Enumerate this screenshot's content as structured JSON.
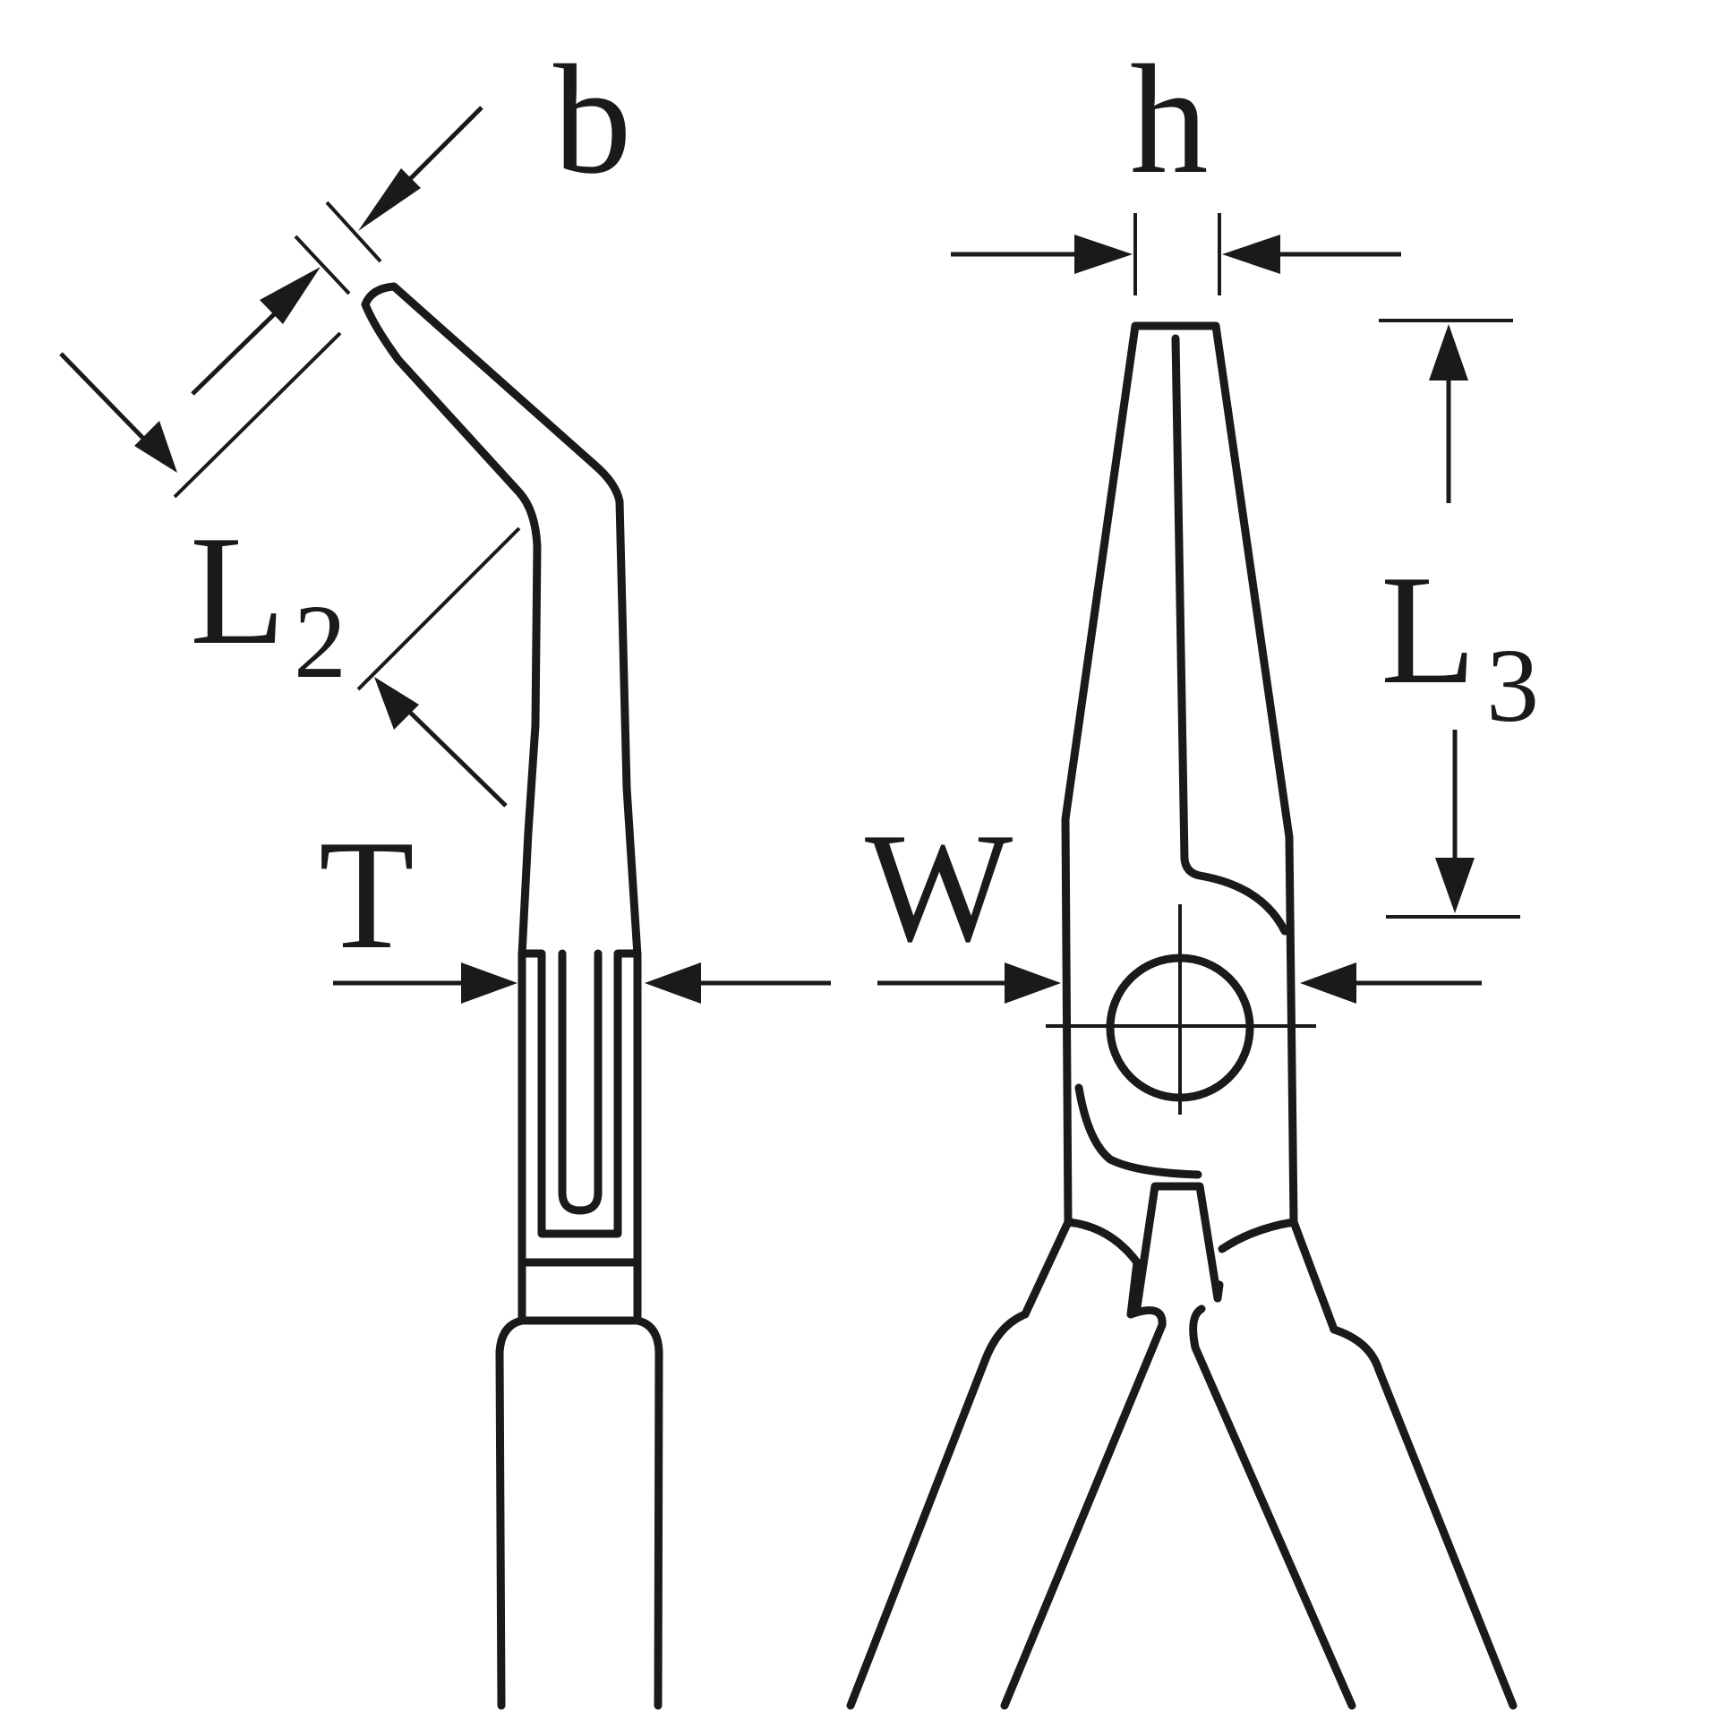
{
  "diagram": {
    "labels": {
      "b": "b",
      "h": "h",
      "l2_main": "L",
      "l2_sub": "2",
      "l3_main": "L",
      "l3_sub": "3",
      "t": "T",
      "w": "W"
    },
    "colors": {
      "line": "#1a1a1a",
      "background": "#ffffff"
    }
  }
}
